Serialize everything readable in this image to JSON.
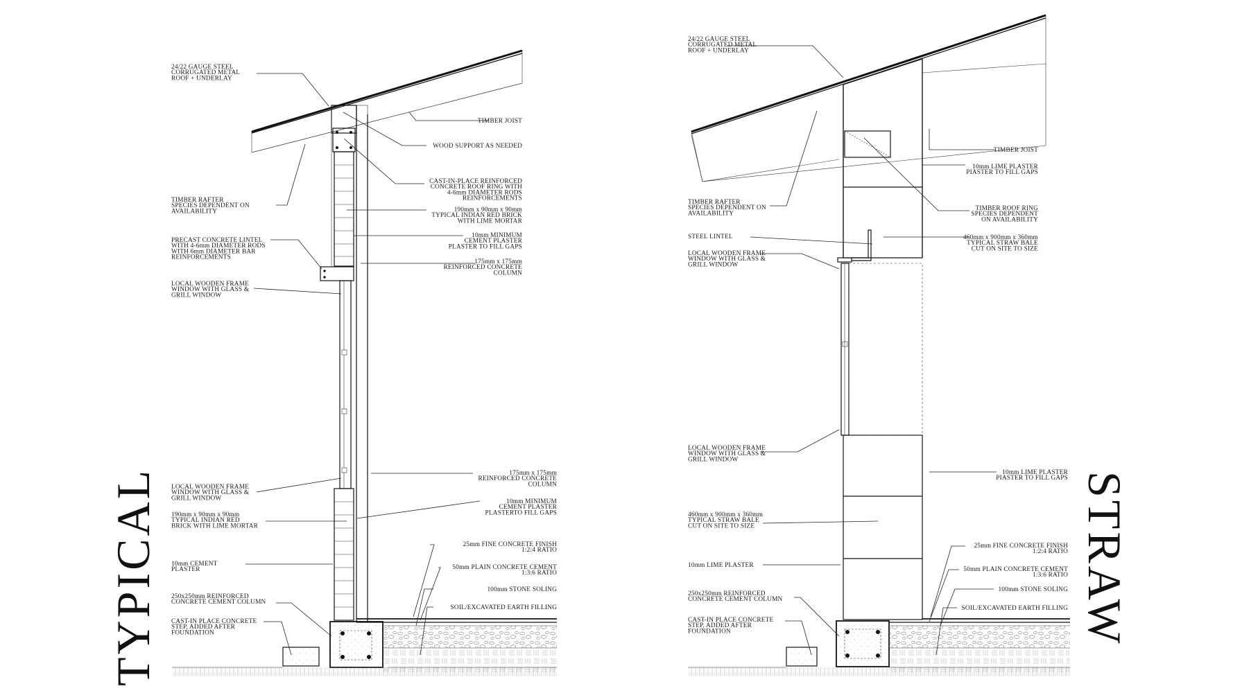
{
  "panels": {
    "typical": {
      "title": "TYPICAL",
      "labels": {
        "roof": [
          "24/22 GAUGE STEEL",
          "CORRUGATED METAL",
          "ROOF + UNDERLAY"
        ],
        "timber_joist": [
          "TIMBER JOIST"
        ],
        "wood_support": [
          "WOOD SUPPORT AS NEEDED"
        ],
        "roof_ring": [
          "CAST-IN-PLACE REINFORCED",
          "CONCRETE ROOF RING WITH",
          "4-6mm DIAMETER RODS",
          "REINFORCEMENTS"
        ],
        "rafter": [
          "TIMBER RAFTER",
          "SPECIES DEPENDENT ON",
          "AVAILABILITY"
        ],
        "brick_upper": [
          "190mm x 90mm x 90mm",
          "TYPICAL INDIAN RED BRICK",
          "WITH LIME MORTAR"
        ],
        "plaster_upper": [
          "10mm MINIMUM",
          "CEMENT PLASTER",
          "PLASTER TO FILL GAPS"
        ],
        "lintel": [
          "PRECAST CONCRETE LINTEL",
          "WITH 4-6mm DIAMETER RODS",
          "WITH 6mm DIAMETER BAR",
          "REINFORCEMENTS"
        ],
        "column_upper": [
          "175mm x 175mm",
          "REINFORCED CONCRETE",
          "COLUMN"
        ],
        "window_upper": [
          "LOCAL WOODEN FRAME",
          "WINDOW WITH GLASS &",
          "GRILL WINDOW"
        ],
        "column_lower": [
          "175mm x 175mm",
          "REINFORCED CONCRETE",
          "COLUMN"
        ],
        "window_lower": [
          "LOCAL WOODEN FRAME",
          "WINDOW WITH GLASS &",
          "GRILL WINDOW"
        ],
        "plaster_lower": [
          "10mm MINIMUM",
          "CEMENT PLASTER",
          "PLASTERTO FILL GAPS"
        ],
        "brick_lower": [
          "190mm x 90mm x 90mm",
          "TYPICAL INDIAN RED",
          "BRICK WITH LIME MORTAR"
        ],
        "fine_finish": [
          "25mm FINE CONCRETE FINISH",
          "1:2:4 RATIO"
        ],
        "cement_plaster": [
          "10mm CEMENT",
          "PLASTER"
        ],
        "plain_concrete": [
          "50mm PLAIN CONCRETE CEMENT",
          "1:3:6 RATIO"
        ],
        "stone_soling": [
          "100mm STONE SOLING"
        ],
        "column_base": [
          "250x250mm REINFORCED",
          "CONCRETE CEMENT COLUMN"
        ],
        "soil": [
          "SOIL/EXCAVATED EARTH FILLING"
        ],
        "step": [
          "CAST-IN PLACE CONCRETE",
          "STEP, ADDED AFTER",
          "FOUNDATION"
        ]
      }
    },
    "straw": {
      "title": "STRAW",
      "labels": {
        "roof": [
          "24/22 GAUGE STEEL",
          "CORRUGATED METAL",
          "ROOF + UNDERLAY"
        ],
        "timber_joist": [
          "TIMBER JOIST"
        ],
        "lime_plaster_upper": [
          "10mm LIME PLASTER",
          "PIASTER TO FILL GAPS"
        ],
        "rafter": [
          "TIMBER RAFTER",
          "SPECIES DEPENDENT ON",
          "AVAILABILITY"
        ],
        "roof_ring": [
          "TIMBER ROOF RING",
          "SPECIES DEPENDENT",
          "ON AVAILABILITY"
        ],
        "steel_lintel": [
          "STEEL LINTEL"
        ],
        "bale_upper": [
          "460mm x 900mm x 360mm",
          "TYPICAL STRAW BALE",
          "CUT ON SITE TO SIZE"
        ],
        "window_upper": [
          "LOCAL WOODEN FRAME",
          "WINDOW WITH GLASS &",
          "GRILL WINDOW"
        ],
        "window_lower": [
          "LOCAL WOODEN FRAME",
          "WINDOW WITH GLASS &",
          "GRILL WINDOW"
        ],
        "lime_plaster_lower": [
          "10mm LIME PLASTER",
          "PIASTER TO FILL GAPS"
        ],
        "bale_lower": [
          "460mm x 900mm x 360mm",
          "TYPICAL STRAW BALE",
          "CUT ON SITE TO SIZE"
        ],
        "fine_finish": [
          "25mm FINE CONCRETE FINISH",
          "1:2:4 RATIO"
        ],
        "lime_plaster_side": [
          "10mm LIME PLASTER"
        ],
        "plain_concrete": [
          "50mm PLAIN CONCRETE CEMENT",
          "1:3:6 RATIO"
        ],
        "stone_soling": [
          "100mm STONE SOLING"
        ],
        "column_base": [
          "250x250mm REINFORCED",
          "CONCRETE CEMENT COLUMN"
        ],
        "soil": [
          "SOIL/EXCAVATED EARTH FILLING"
        ],
        "step": [
          "CAST-IN PLACE CONCRETE",
          "STEP, ADDED AFTER",
          "FOUNDATION"
        ]
      }
    }
  }
}
